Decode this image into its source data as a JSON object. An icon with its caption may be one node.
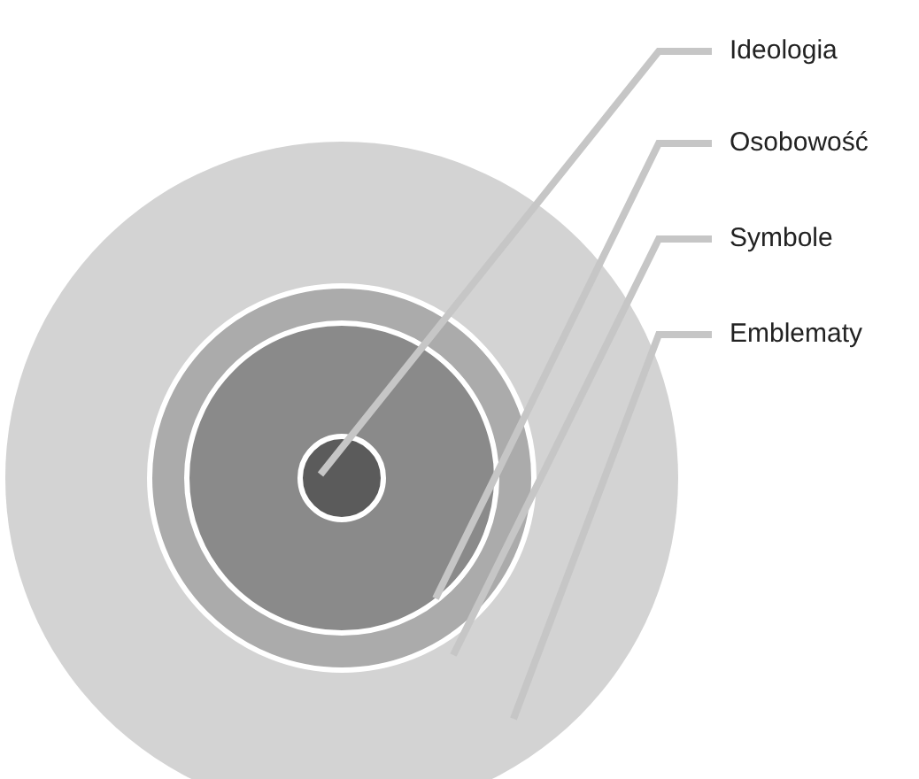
{
  "diagram": {
    "nodes": [
      {
        "text": [],
        "shape": "circle"
      },
      {
        "text": [],
        "shape": "circle",
        "in": 0
      },
      {
        "text": [],
        "shape": "circle",
        "in": 1
      },
      {
        "text": [],
        "shape": "circle",
        "in": 2
      },
      {
        "text": [
          "Ideologia"
        ]
      },
      {
        "text": [
          "Osobowość"
        ]
      },
      {
        "text": [
          "Symbole"
        ]
      },
      {
        "text": [
          "Emblematy"
        ]
      }
    ],
    "edges": [
      {
        "from": 4,
        "to": 3,
        "arrow": "none"
      },
      {
        "from": 5,
        "to": 2,
        "arrow": "none"
      },
      {
        "from": 6,
        "to": 1,
        "arrow": "none"
      },
      {
        "from": 7,
        "to": 0,
        "arrow": "none"
      }
    ]
  }
}
